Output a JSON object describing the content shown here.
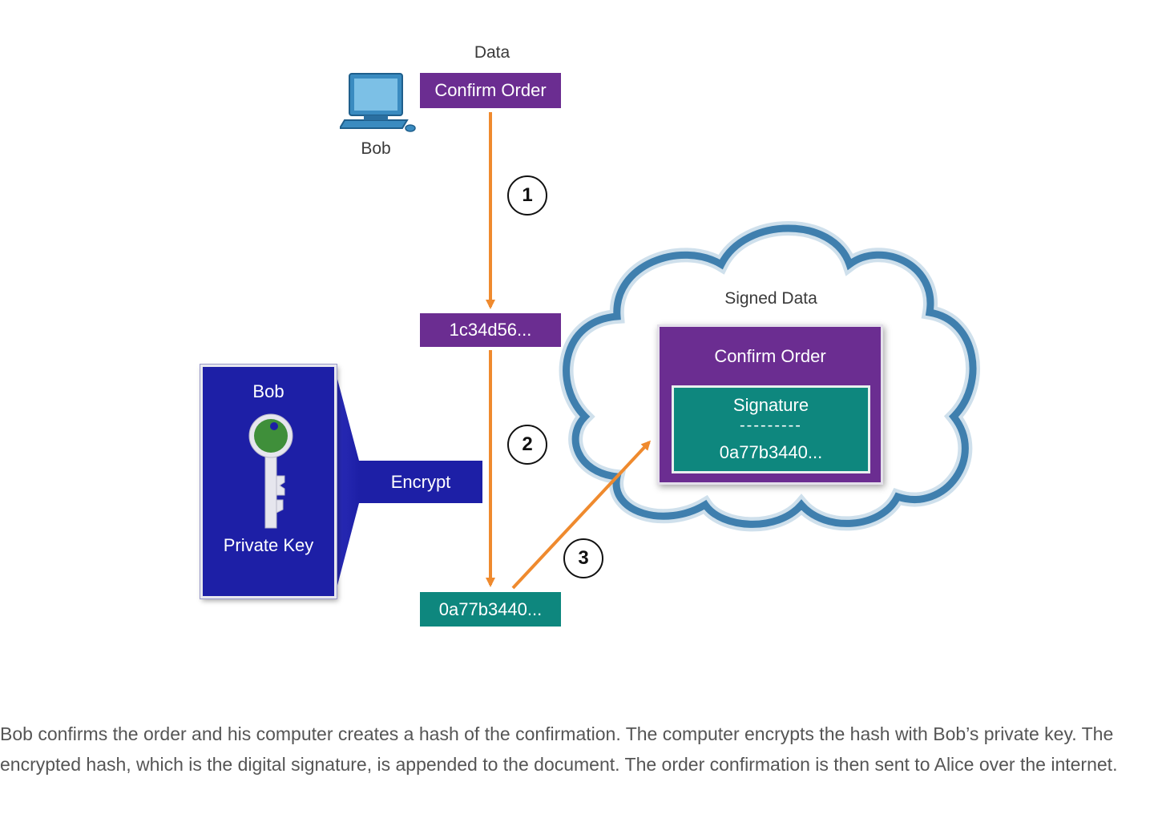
{
  "top": {
    "data_label": "Data",
    "confirm_order": "Confirm Order",
    "computer_label": "Bob"
  },
  "hash": {
    "value": "1c34d56..."
  },
  "encrypted": {
    "value": "0a77b3440..."
  },
  "steps": [
    "1",
    "2",
    "3"
  ],
  "key_panel": {
    "owner": "Bob",
    "caption": "Private Key",
    "action": "Encrypt"
  },
  "signed": {
    "title": "Signed Data",
    "confirm_order": "Confirm Order",
    "signature_label": "Signature",
    "separator": "---------",
    "signature_value": "0a77b3440..."
  },
  "caption": "Bob confirms the order and his computer creates a hash of the confirmation. The computer encrypts the hash with Bob’s private key. The encrypted hash, which is the digital signature, is appended to the document. The order confirmation is then sent to Alice over the internet.",
  "colors": {
    "purple": "#6b2d91",
    "teal": "#0e877e",
    "key_blue": "#1d1fa6",
    "arrow_orange": "#ef8a2e",
    "cloud_blue": "#3f7fae"
  },
  "icons": {
    "computer": "computer-icon",
    "key": "key-icon",
    "cloud": "cloud-icon"
  }
}
